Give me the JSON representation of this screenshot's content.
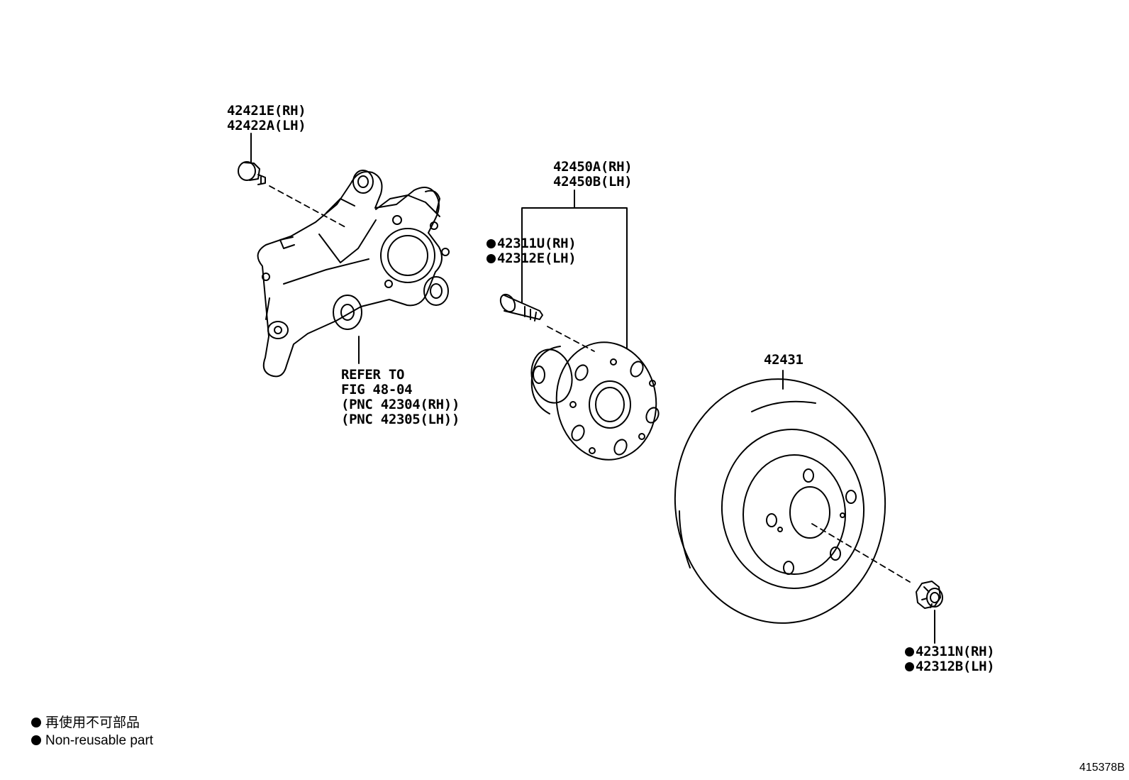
{
  "callouts": {
    "bolt": {
      "rh": "42421E(RH)",
      "lh": "42422A(LH)"
    },
    "hub": {
      "rh": "42450A(RH)",
      "lh": "42450B(LH)"
    },
    "hub_bolt": {
      "rh": "42311U(RH)",
      "lh": "42312E(LH)"
    },
    "refer": {
      "line1": "REFER TO",
      "line2": "FIG 48-04",
      "line3": "(PNC 42304(RH))",
      "line4": "(PNC 42305(LH))"
    },
    "disc": {
      "part": "42431"
    },
    "nut": {
      "rh": "42311N(RH)",
      "lh": "42312B(LH)"
    }
  },
  "legend": {
    "jp": "再使用不可部品",
    "en": "Non-reusable part"
  },
  "figure_number": "415378B",
  "colors": {
    "ink": "#000000",
    "paper": "#ffffff"
  }
}
